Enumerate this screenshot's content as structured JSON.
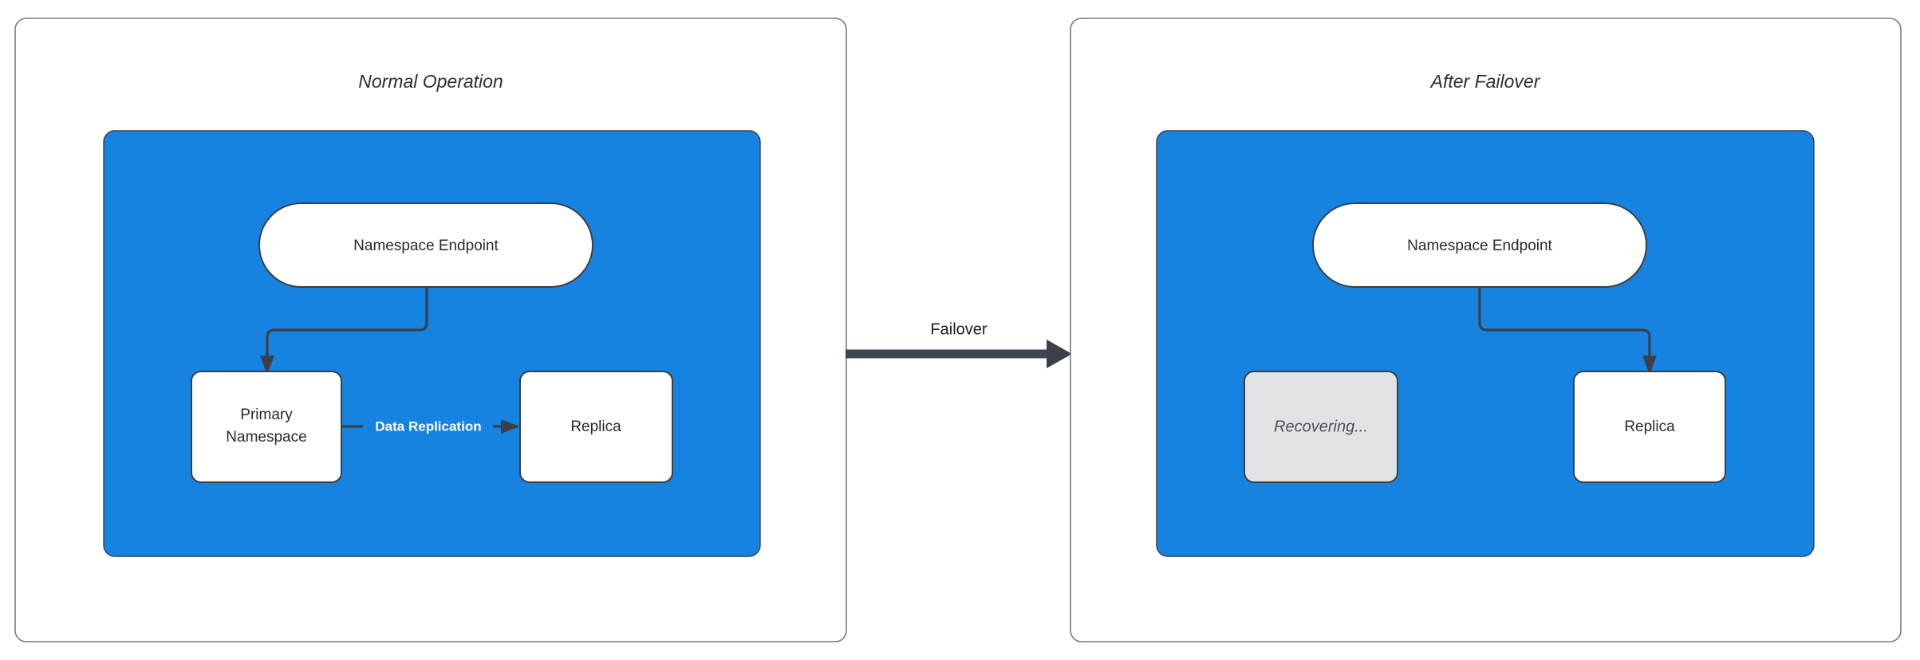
{
  "theme": {
    "page_background": "#ffffff",
    "panel_border": "#7a7a7a",
    "zone_fill": "#1783e0",
    "zone_border": "#3b3f46",
    "node_fill": "#ffffff",
    "node_disabled_fill": "#e1e3e5",
    "node_border": "#3b3f46",
    "edge_color": "#3b4049",
    "edge_label_on_zone": "#ffffff",
    "text_primary": "#26292e",
    "text_muted": "#4a4f57"
  },
  "panels": [
    {
      "id": "normal-operation",
      "title": "Normal Operation",
      "zone": {
        "id": "zone-normal",
        "fill": "#1783e0"
      },
      "nodes": [
        {
          "id": "endpoint-left",
          "label": "Namespace Endpoint",
          "shape": "pill",
          "style": "white"
        },
        {
          "id": "primary-left",
          "label": "Primary\nNamespace",
          "line1": "Primary",
          "line2": "Namespace",
          "shape": "rounded-rect",
          "style": "white"
        },
        {
          "id": "replica-left",
          "label": "Replica",
          "shape": "rounded-rect",
          "style": "white"
        }
      ],
      "edges": [
        {
          "id": "edge-endpoint-to-primary",
          "from": "endpoint-left",
          "to": "primary-left",
          "label": "",
          "style": "elbow-left"
        },
        {
          "id": "edge-primary-to-replica",
          "from": "primary-left",
          "to": "replica-left",
          "label": "Data Replication",
          "style": "straight-right"
        }
      ]
    },
    {
      "id": "after-failover",
      "title": "After Failover",
      "zone": {
        "id": "zone-failover",
        "fill": "#1783e0"
      },
      "nodes": [
        {
          "id": "endpoint-right",
          "label": "Namespace Endpoint",
          "shape": "pill",
          "style": "white"
        },
        {
          "id": "recovering-right",
          "label": "Recovering...",
          "shape": "rounded-rect",
          "style": "grey-italic"
        },
        {
          "id": "replica-right",
          "label": "Replica",
          "shape": "rounded-rect",
          "style": "white"
        }
      ],
      "edges": [
        {
          "id": "edge-endpoint-to-replica",
          "from": "endpoint-right",
          "to": "replica-right",
          "label": "",
          "style": "elbow-right"
        }
      ]
    }
  ],
  "transition": {
    "id": "failover-transition",
    "label": "Failover",
    "direction": "left-to-right",
    "color": "#3f4651"
  }
}
